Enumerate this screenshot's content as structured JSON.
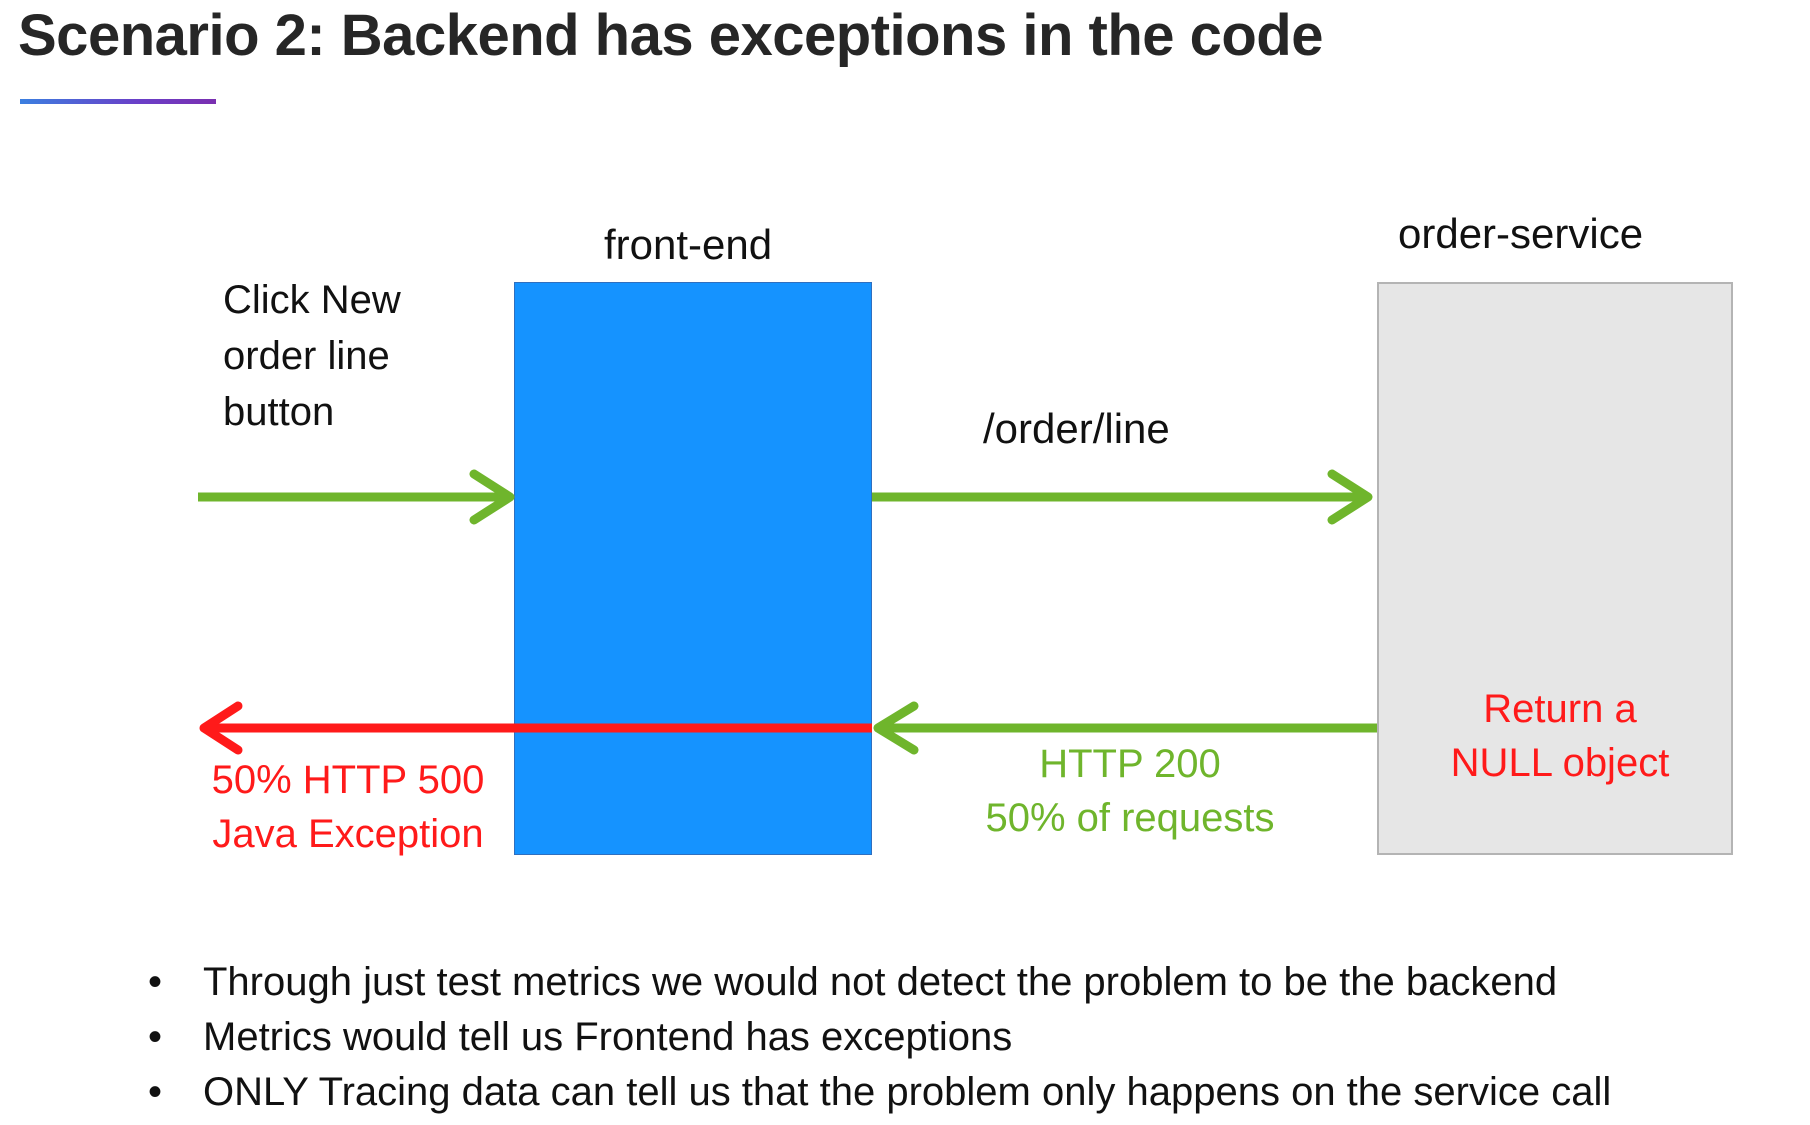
{
  "title": "Scenario 2: Backend has exceptions in the code",
  "colors": {
    "front_end_box": "#1593ff",
    "order_service_box": "#e6e6e6",
    "success_arrow": "#6fb52c",
    "error_arrow": "#ff1a1a",
    "error_text": "#ff1a1a",
    "success_text": "#6fb52c"
  },
  "diagram": {
    "front_end_label": "front-end",
    "order_service_label": "order-service",
    "user_action": {
      "line1": "Click New",
      "line2": "order line",
      "line3": "button"
    },
    "request_path": "/order/line",
    "service_response": {
      "line1": "Return a",
      "line2": "NULL object"
    },
    "backend_response": {
      "line1": "HTTP 200",
      "line2": "50% of requests"
    },
    "client_error": {
      "line1": "50% HTTP 500",
      "line2": "Java Exception"
    }
  },
  "bullets": [
    "Through just test metrics we would not detect the problem to be the backend",
    "Metrics would tell us Frontend has exceptions",
    "ONLY Tracing data can tell us that the problem only happens on the service call"
  ]
}
